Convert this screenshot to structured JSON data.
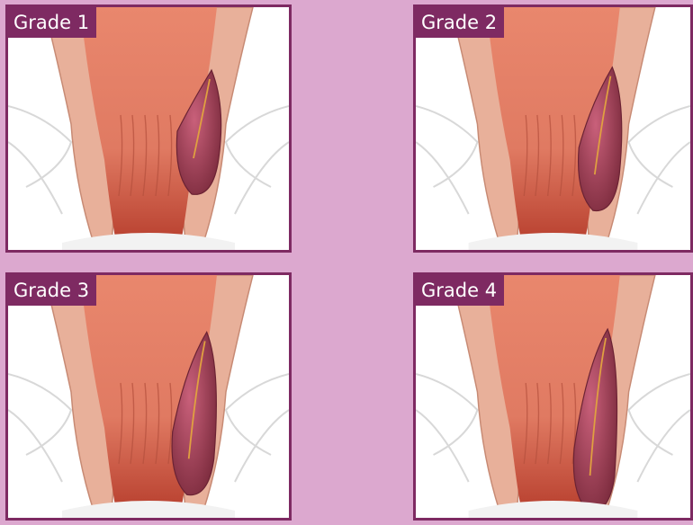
{
  "colors": {
    "background": "#dca8cf",
    "frame": "#7e2a62",
    "label_bg": "#7e2a62",
    "label_text": "#ffffff",
    "tissue": "#e07a62",
    "tissue_dark": "#b8402f",
    "muscle": "#e8b09a",
    "hemorrhoid": "#a8465a"
  },
  "panels": [
    {
      "label": "Grade 1",
      "prolapse": 0.0
    },
    {
      "label": "Grade 2",
      "prolapse": 0.33
    },
    {
      "label": "Grade 3",
      "prolapse": 0.66
    },
    {
      "label": "Grade 4",
      "prolapse": 1.0
    }
  ]
}
